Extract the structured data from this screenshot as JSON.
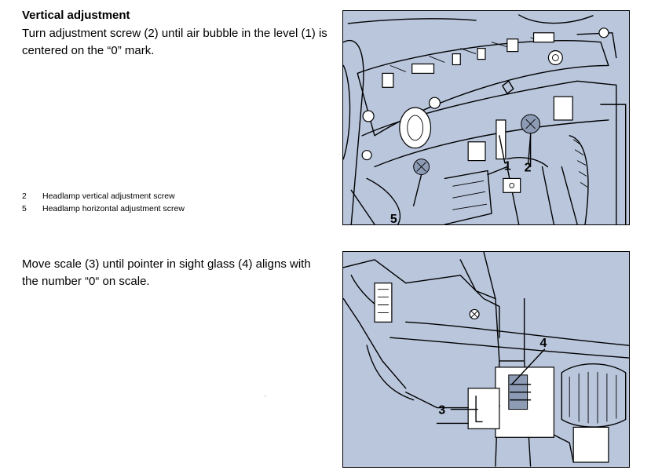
{
  "section": {
    "heading": "Vertical adjustment",
    "instruction_vertical": "Turn adjustment screw (2) until air bubble in the level (1) is centered on the “0” mark.",
    "instruction_scale": "Move scale (3) until pointer in sight glass (4) aligns with the number “0“ on scale."
  },
  "legend": [
    {
      "number": "2",
      "text": "Headlamp vertical adjustment screw"
    },
    {
      "number": "5",
      "text": "Headlamp horizontal adjustment screw"
    }
  ],
  "figure_top": {
    "callouts": [
      "1",
      "2",
      "5"
    ]
  },
  "figure_bottom": {
    "callouts": [
      "3",
      "4"
    ]
  },
  "colors": {
    "figure_background": "#b9c6dc",
    "text": "#000000",
    "page_background": "#ffffff"
  }
}
